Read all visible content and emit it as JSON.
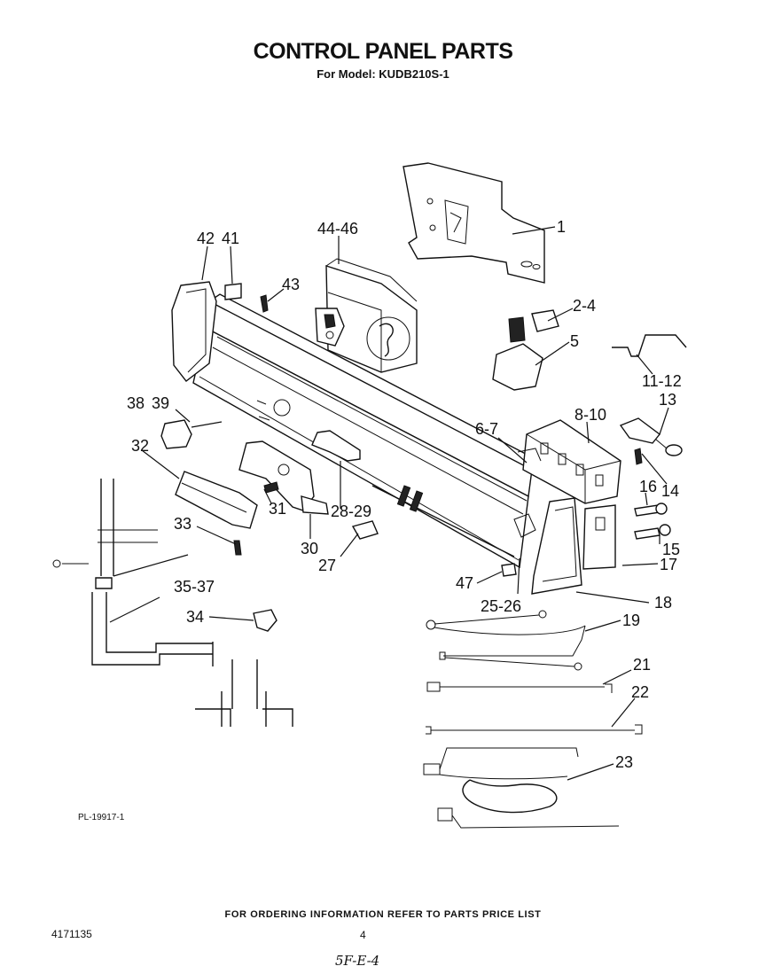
{
  "header": {
    "title": "CONTROL PANEL PARTS",
    "subtitle": "For Model: KUDB210S-1"
  },
  "callouts": [
    "1",
    "2-4",
    "5",
    "11-12",
    "13",
    "8-10",
    "6-7",
    "14",
    "16",
    "15",
    "17",
    "18",
    "19",
    "21",
    "22",
    "23",
    "25-26",
    "47",
    "44-46",
    "43",
    "42",
    "41",
    "38",
    "39",
    "32",
    "31",
    "30",
    "28-29",
    "27",
    "33",
    "35-37",
    "34"
  ],
  "plate_number": "PL-19917-1",
  "footer": {
    "ordering_note": "FOR ORDERING INFORMATION REFER TO PARTS PRICE LIST",
    "document_number": "4171135",
    "page_number": "4",
    "handwritten_code": "5F-E-4"
  }
}
